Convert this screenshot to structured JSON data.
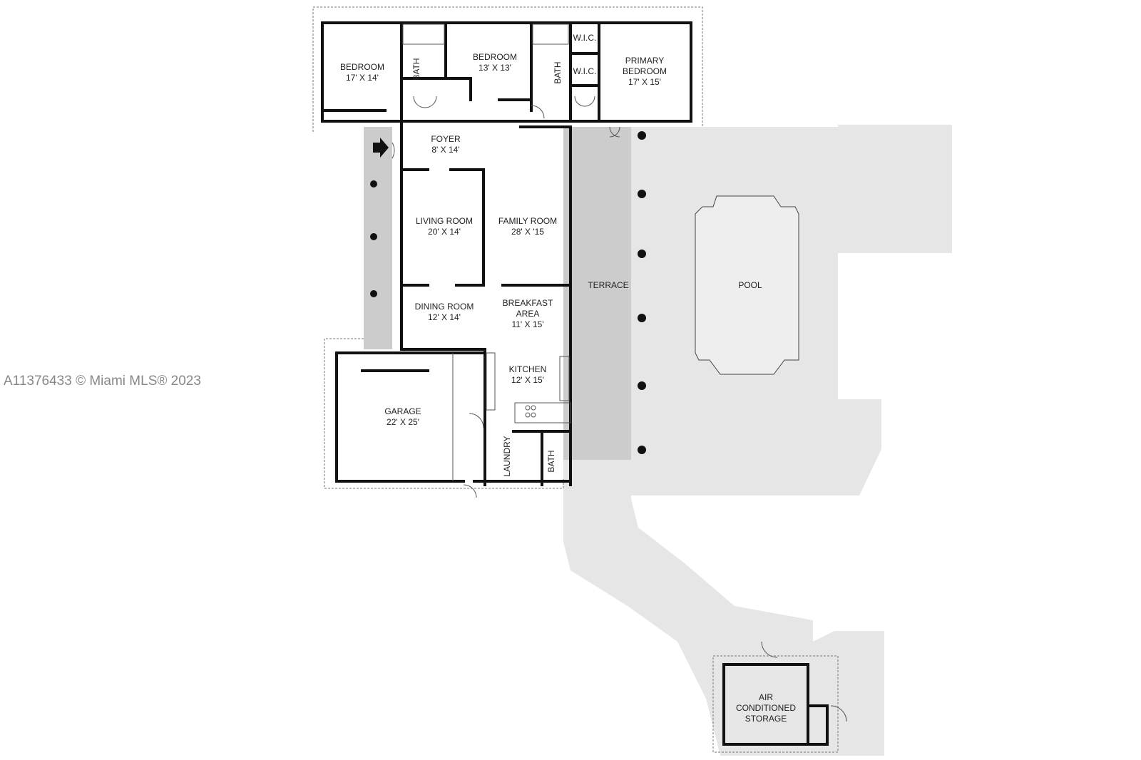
{
  "watermark": "A11376433 © Miami MLS® 2023",
  "colors": {
    "background": "#ffffff",
    "outdoor_paving": "#e6e6e6",
    "terrace_fill": "#cccccc",
    "pool_fill": "#eeeeee",
    "wall": "#111111",
    "label": "#222222",
    "watermark": "#888888"
  },
  "icons": {
    "entry": "entry-arrow-icon",
    "column": "column-post-icon",
    "door": "door-swing-icon"
  },
  "rooms": {
    "bedroom_west": {
      "name": "BEDROOM",
      "size": "17' X 14'"
    },
    "bath_west": {
      "name": "BATH"
    },
    "bedroom_center": {
      "name": "BEDROOM",
      "size": "13' X 13'"
    },
    "bath_east": {
      "name": "BATH"
    },
    "wic_1": {
      "name": "W.I.C."
    },
    "wic_2": {
      "name": "W.I.C."
    },
    "primary_bedroom": {
      "name_line1": "PRIMARY",
      "name_line2": "BEDROOM",
      "size": "17' X 15'"
    },
    "foyer": {
      "name": "FOYER",
      "size": "8' X 14'"
    },
    "living_room": {
      "name": "LIVING ROOM",
      "size": "20' X 14'"
    },
    "family_room": {
      "name": "FAMILY ROOM",
      "size": "28' X '15"
    },
    "dining_room": {
      "name": "DINING ROOM",
      "size": "12' X 14'"
    },
    "breakfast_area": {
      "name_line1": "BREAKFAST",
      "name_line2": "AREA",
      "size": "11' X 15'"
    },
    "kitchen": {
      "name": "KITCHEN",
      "size": "12' X 15'"
    },
    "garage": {
      "name": "GARAGE",
      "size": "22' X 25'"
    },
    "laundry": {
      "name": "LAUNDRY"
    },
    "bath_kitchen": {
      "name": "BATH"
    },
    "terrace": {
      "name": "TERRACE"
    },
    "pool": {
      "name": "POOL"
    },
    "storage": {
      "name_line1": "AIR",
      "name_line2": "CONDITIONED",
      "name_line3": "STORAGE"
    }
  }
}
